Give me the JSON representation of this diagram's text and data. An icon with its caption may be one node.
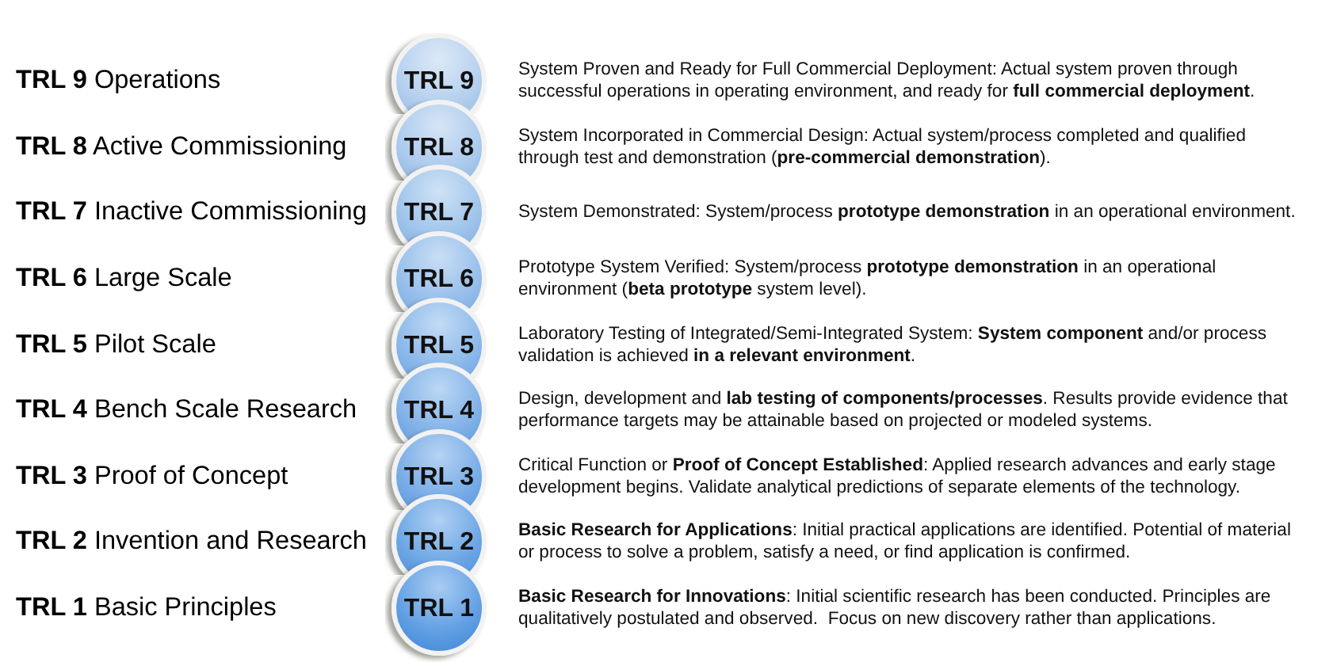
{
  "diagram": {
    "nodes": [
      {
        "text": [
          "TRL 9"
        ],
        "beside": [
          "System Proven and Ready for Full Commercial Deployment: Actual system proven through successful operations in operating environment, and ready for **full commercial deployment**."
        ]
      },
      {
        "text": [
          "TRL 8"
        ],
        "beside": [
          "System Incorporated in Commercial Design: Actual system/process completed and qualified through test and demonstration (**pre-commercial demonstration**)."
        ]
      },
      {
        "text": [
          "TRL 7"
        ],
        "beside": [
          "System Demonstrated: System/process **prototype demonstration** in an operational environment."
        ]
      },
      {
        "text": [
          "TRL 6"
        ],
        "beside": [
          "Prototype System Verified: System/process **prototype demonstration** in an operational environment (**beta prototype** system level)."
        ]
      },
      {
        "text": [
          "TRL 5"
        ],
        "beside": [
          "Laboratory Testing of Integrated/Semi-Integrated System: **System component** and/or process validation is achieved **in a relevant environment**."
        ]
      },
      {
        "text": [
          "TRL 4"
        ],
        "beside": [
          "Design, development and **lab testing of components/processes**. Results provide evidence that performance targets may be attainable based on projected or modeled systems."
        ]
      },
      {
        "text": [
          "TRL 3"
        ],
        "beside": [
          "Critical Function or **Proof of Concept Established**: Applied research advances and early stage development begins. Validate analytical predictions of separate elements of the technology."
        ]
      },
      {
        "text": [
          "TRL 2"
        ],
        "beside": [
          "**Basic Research for Applications**: Initial practical applications are identified. Potential of material or process to solve a problem, satisfy a need, or find application is confirmed."
        ]
      },
      {
        "text": [
          "TRL 1"
        ],
        "beside": [
          "**Basic Research for Innovations**: Initial scientific research has been conducted. Principles are qualitatively postulated and observed.  Focus on new discovery rather than applications."
        ]
      }
    ],
    "labels": [
      "**TRL 9** Operations",
      "**TRL 8** Active Commissioning",
      "**TRL 7** Inactive Commissioning",
      "**TRL 6** Large Scale",
      "**TRL 5** Pilot Scale",
      "**TRL 4** Bench Scale Research",
      "**TRL 3** Proof of Concept",
      "**TRL 2** Invention and Research",
      "**TRL 1** Basic Principles"
    ]
  }
}
